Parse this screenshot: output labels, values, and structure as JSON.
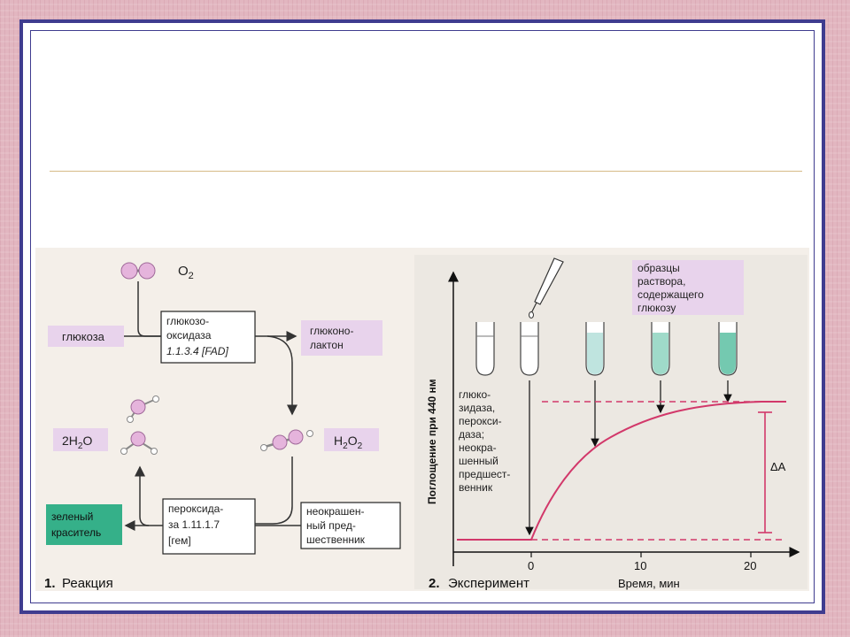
{
  "reaction": {
    "o2": "O",
    "o2_sub": "2",
    "glucose": "глюкоза",
    "glucose_oxidase": [
      "глюкозо-",
      "оксидаза",
      "1.1.3.4 [FAD]"
    ],
    "gluconolactone": [
      "глюконо-",
      "лактон"
    ],
    "h2o2": "H",
    "h2o2_sub1": "2",
    "h2o2_o": "O",
    "h2o2_sub2": "2",
    "water": "2H",
    "water_sub": "2",
    "water_o": "O",
    "peroxidase": [
      "пероксида-",
      "за 1.11.1.7",
      "[гем]"
    ],
    "precursor": [
      "неокрашен-",
      "ный пред-",
      "шественник"
    ],
    "green_dye": [
      "зеленый",
      "краситель"
    ],
    "caption_num": "1.",
    "caption": "Реакция"
  },
  "experiment": {
    "samples_label": [
      "образцы",
      "раствора,",
      "содержащего",
      "глюкозу"
    ],
    "reagents_label": [
      "глюко-",
      "зидаза,",
      "перокси-",
      "даза;",
      "неокра-",
      "шенный",
      "предшест-",
      "венник"
    ],
    "ylabel": "Поглощение при 440 нм",
    "delta": "ΔA",
    "xlabel": "Время, мин",
    "caption_num": "2.",
    "caption": "Эксперимент",
    "ticks": [
      "0",
      "10",
      "20"
    ]
  },
  "colors": {
    "frame": "#3f3c8f",
    "label_bg": "#e8d3ec",
    "dye": "#35b089",
    "curve": "#d2386a",
    "dash": "#d2386a",
    "tube_liquid": [
      "#bfe4df",
      "#9fdac9",
      "#74c9b0"
    ]
  }
}
